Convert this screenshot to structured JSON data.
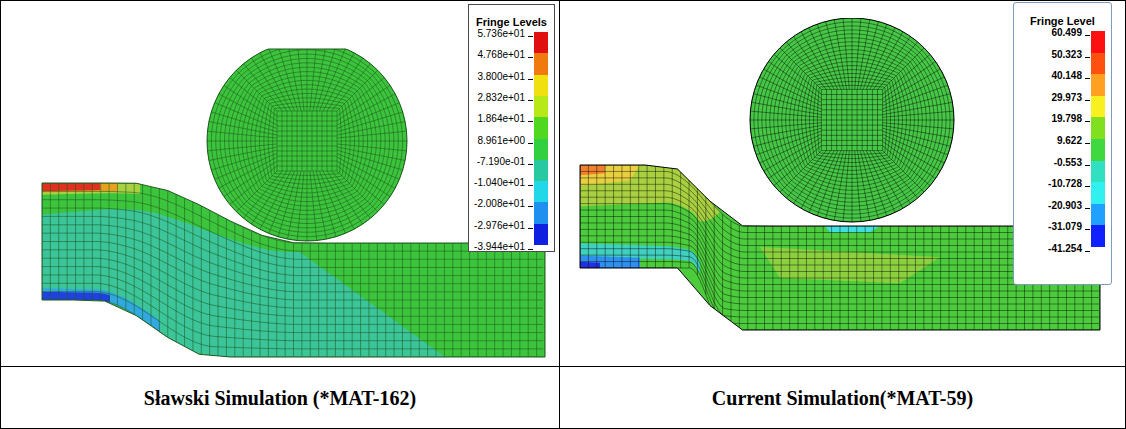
{
  "diagram": {
    "nodes": [
      {
        "text": [
          "Sławski Simulation (*MAT-162)"
        ]
      },
      {
        "text": [
          "Fringe Levels"
        ],
        "in": 0
      },
      {
        "text": [
          "Current Simulation(*MAT-59)"
        ]
      },
      {
        "text": [
          "Fringe Level"
        ],
        "in": 2
      }
    ],
    "labels": [
      "5.736e+01",
      "4.768e+01",
      "3.800e+01",
      "2.832e+01",
      "1.864e+01",
      "8.961e+00",
      "-7.190e-01",
      "-1.040e+01",
      "-2.008e+01",
      "-2.976e+01",
      "-3.944e+01",
      "60.499",
      "50.323",
      "40.148",
      "29.973",
      "19.798",
      "9.622",
      "-0.553",
      "-10.728",
      "-20.903",
      "-31.079",
      "-41.254"
    ]
  }
}
